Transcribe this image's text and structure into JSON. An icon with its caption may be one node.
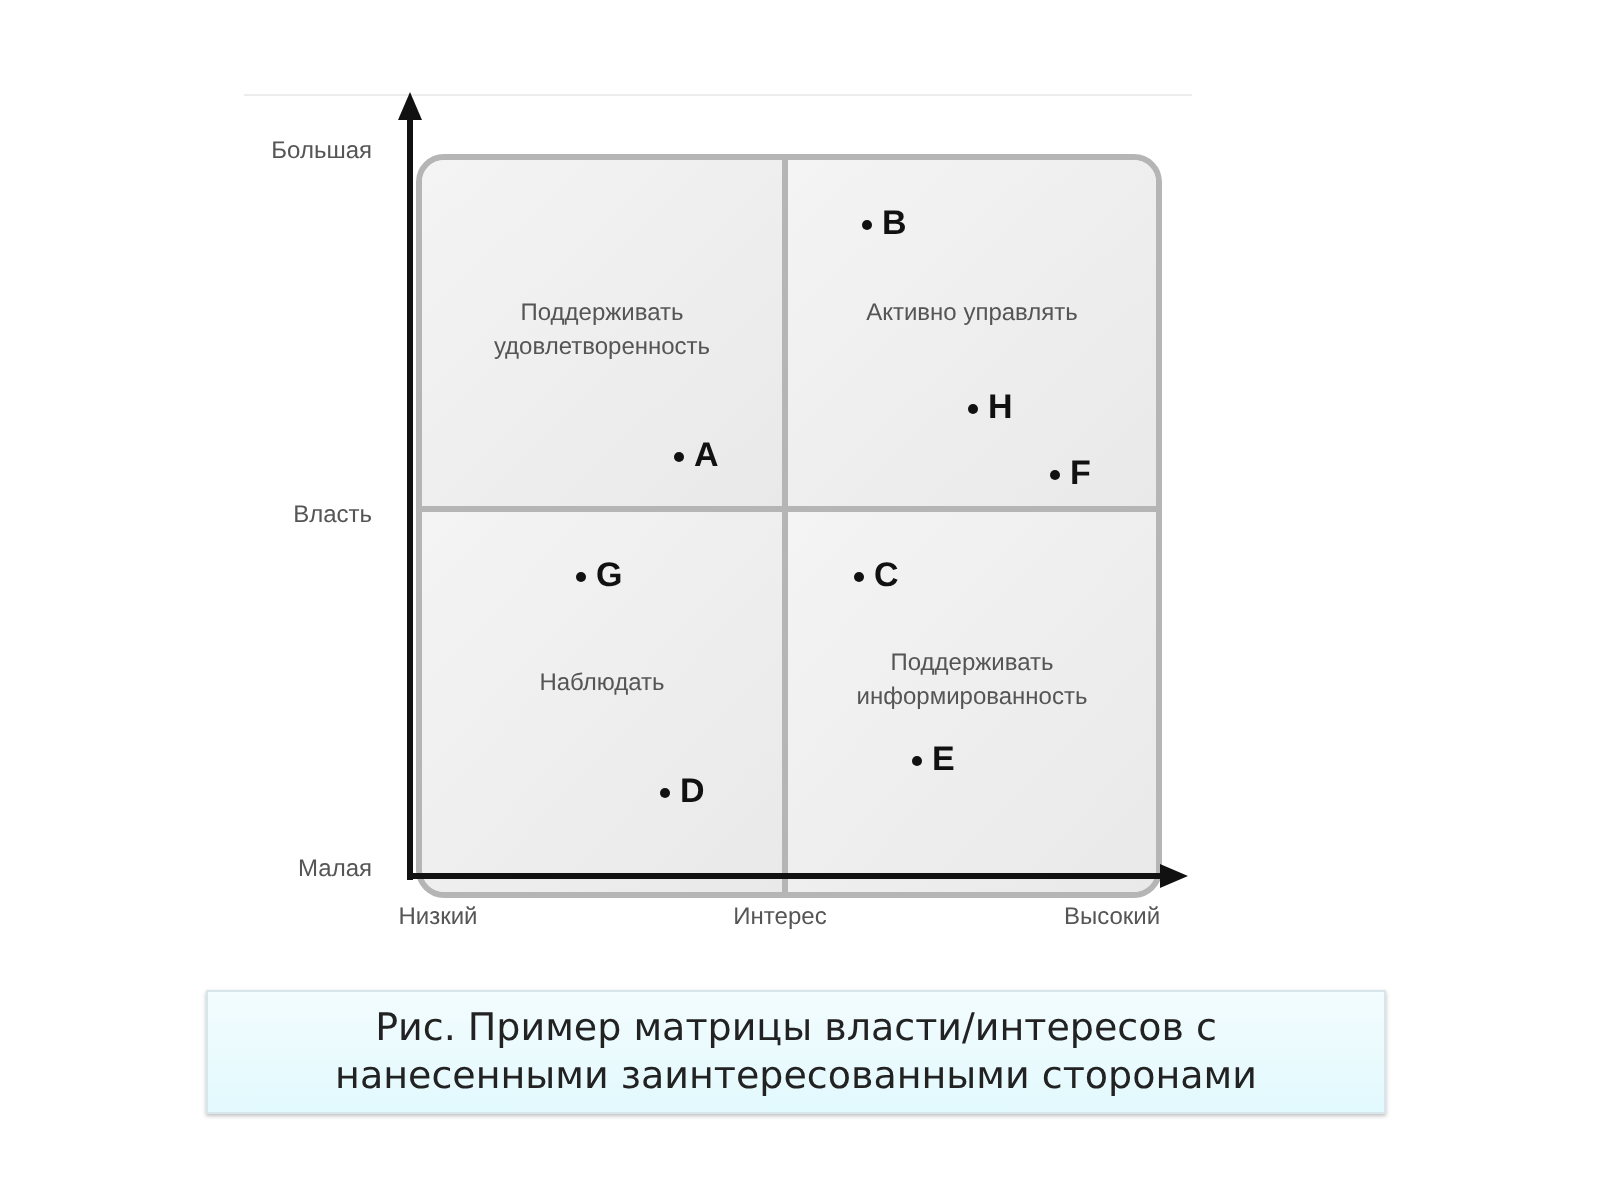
{
  "diagram": {
    "caption": "Рис. Пример матрицы власти/интересов с нанесенными заинтересованными сторонами",
    "nodes": [
      {
        "text": [
          "Поддерживать удовлетворенность"
        ]
      },
      {
        "text": [
          "Активно управлять"
        ]
      },
      {
        "text": [
          "Наблюдать"
        ]
      },
      {
        "text": [
          "Поддерживать информированность"
        ]
      }
    ],
    "labels": [
      "Большая",
      "B",
      "H",
      "A",
      "F",
      "Власть",
      "G",
      "C",
      "E",
      "D",
      "Малая",
      "Низкий",
      "Интерес",
      "Высокий"
    ]
  }
}
